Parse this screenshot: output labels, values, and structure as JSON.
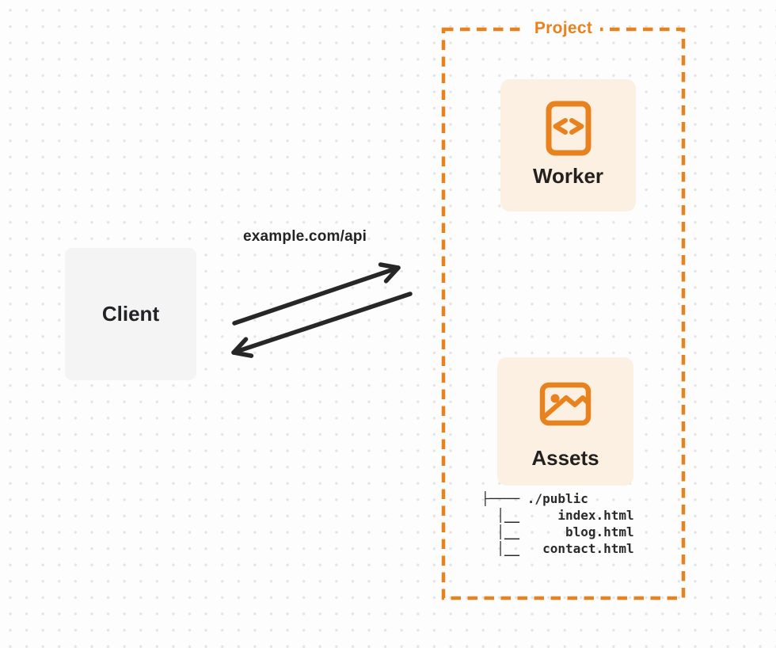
{
  "colors": {
    "accent_orange": "#e8821e",
    "card_cream": "#fbf0e1",
    "card_gray": "#f4f4f5",
    "arrow_ink": "#272727",
    "text_ink": "#232120",
    "page_bg": "#fdfdfd",
    "dot_grid": "#e4e4e4"
  },
  "diagram": {
    "client": {
      "label": "Client"
    },
    "request_label": "example.com/api",
    "project": {
      "label": "Project",
      "worker": {
        "label": "Worker",
        "icon": "code-file-icon"
      },
      "assets": {
        "label": "Assets",
        "icon": "image-icon"
      },
      "file_tree": {
        "root": "./public",
        "files": [
          "index.html",
          "blog.html",
          "contact.html"
        ],
        "lines": [
          "├──── ./public",
          "  │__     index.html",
          "  │__      blog.html",
          "  │__   contact.html"
        ]
      }
    }
  }
}
